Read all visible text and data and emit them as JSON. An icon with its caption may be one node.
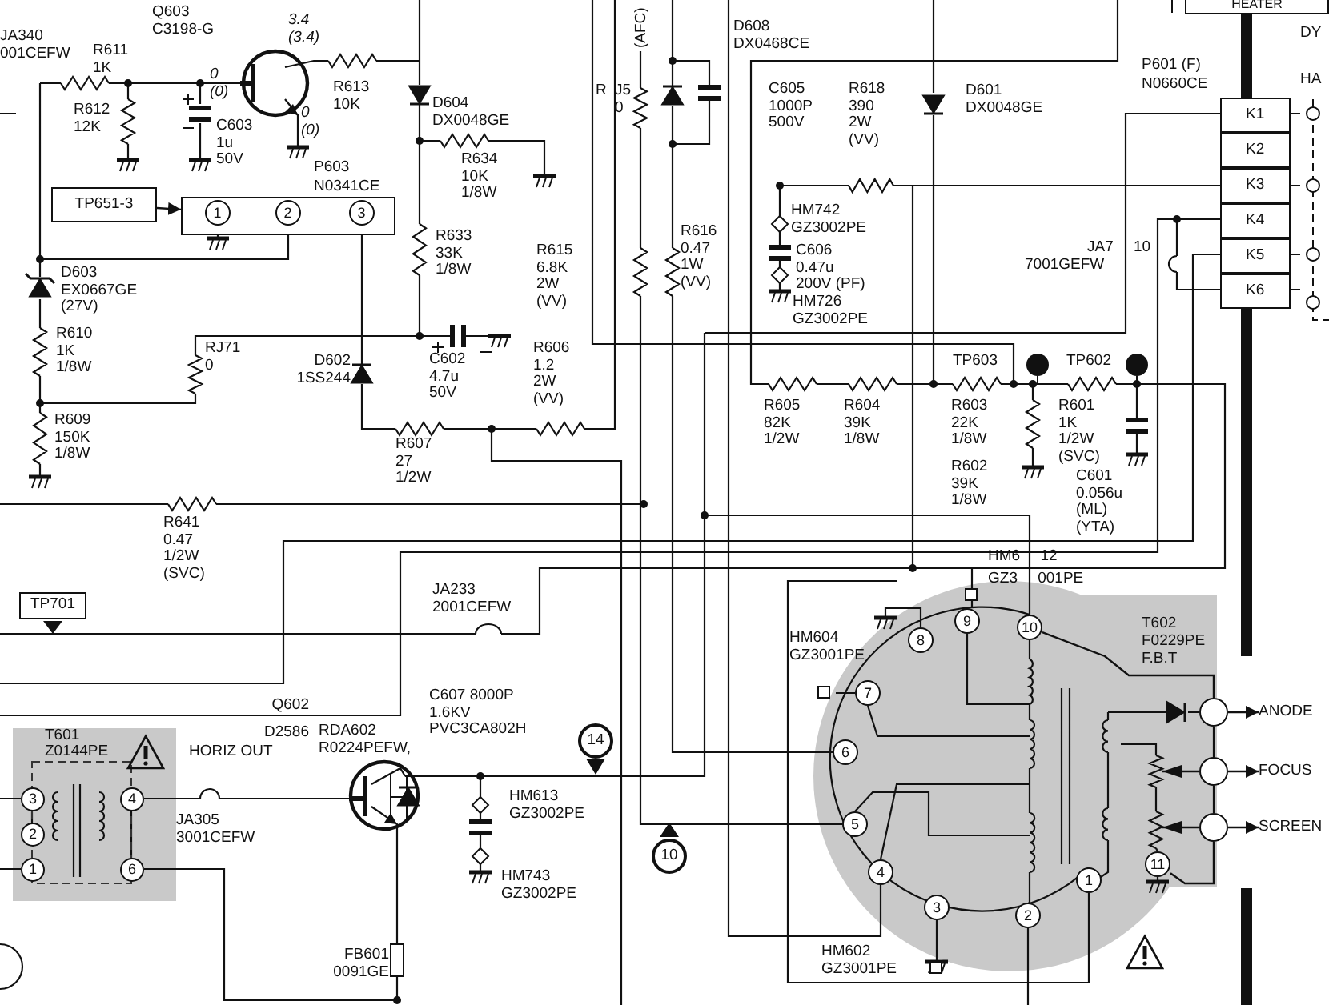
{
  "diagram": {
    "nodes": [
      {
        "text": [
          "TP651-3"
        ]
      },
      {
        "text": [
          "P603",
          "N0341CE"
        ]
      },
      {
        "text": [
          "1"
        ],
        "in": 1
      },
      {
        "text": [
          "2"
        ],
        "in": 1
      },
      {
        "text": [
          "3"
        ],
        "in": 1
      },
      {
        "text": [
          "TP701"
        ]
      },
      {
        "text": [
          "HEATER"
        ]
      },
      {
        "text": [
          "P601 (F)",
          "N0660CE"
        ]
      },
      {
        "text": [
          "K1"
        ],
        "in": 7
      },
      {
        "text": [
          "K2"
        ],
        "in": 7
      },
      {
        "text": [
          "K3"
        ],
        "in": 7
      },
      {
        "text": [
          "K4"
        ],
        "in": 7
      },
      {
        "text": [
          "K5"
        ],
        "in": 7
      },
      {
        "text": [
          "K6"
        ],
        "in": 7
      },
      {
        "text": [
          "14"
        ]
      },
      {
        "text": [
          "10"
        ]
      },
      {
        "text": [
          "T601",
          "Z0144PE"
        ]
      },
      {
        "text": [
          "3"
        ],
        "in": 16
      },
      {
        "text": [
          "2"
        ],
        "in": 16
      },
      {
        "text": [
          "1"
        ],
        "in": 16
      },
      {
        "text": [
          "4"
        ],
        "in": 16
      },
      {
        "text": [
          "6"
        ],
        "in": 16
      },
      {
        "text": [
          "T602",
          "F0229PE",
          "F.B.T"
        ]
      },
      {
        "text": [
          "9"
        ],
        "in": 22
      },
      {
        "text": [
          "10"
        ],
        "in": 22
      },
      {
        "text": [
          "8"
        ],
        "in": 22
      },
      {
        "text": [
          "7"
        ],
        "in": 22
      },
      {
        "text": [
          "6"
        ],
        "in": 22
      },
      {
        "text": [
          "5"
        ],
        "in": 22
      },
      {
        "text": [
          "4"
        ],
        "in": 22
      },
      {
        "text": [
          "3"
        ],
        "in": 22
      },
      {
        "text": [
          "2"
        ],
        "in": 22
      },
      {
        "text": [
          "1"
        ],
        "in": 22
      },
      {
        "text": [
          "11"
        ],
        "in": 22
      },
      {
        "text": [],
        "shape": "circle",
        "in": 22
      },
      {
        "text": [],
        "shape": "circle",
        "in": 22
      },
      {
        "text": [],
        "shape": "circle",
        "in": 22
      },
      {
        "text": [
          "ANODE"
        ]
      },
      {
        "text": [
          "FOCUS"
        ]
      },
      {
        "text": [
          "SCREEN"
        ]
      }
    ],
    "edges": [
      {
        "from": 0,
        "to": 1,
        "arrow": "to"
      },
      {
        "from": 34,
        "to": 37,
        "arrow": "to"
      },
      {
        "from": 35,
        "to": 38,
        "arrow": "to"
      },
      {
        "from": 36,
        "to": 39,
        "arrow": "to"
      },
      {
        "from": 24,
        "to": 34,
        "arrow": "none"
      },
      {
        "from": 33,
        "to": 36,
        "arrow": "none"
      }
    ],
    "labels": [
      "JA340 001CEFW",
      "Q603 C3198-G",
      "3.4 (3.4)",
      "R611 1K",
      "0 (0)",
      "R612 12K",
      "C603 1u 50V",
      "0 (0)",
      "R613 10K",
      "D604 DX0048GE",
      "R634 10K 1/8W",
      "R633 33K 1/8W",
      "R615 6.8K 2W (VV)",
      "R616 0.47 1W (VV)",
      "D603 EX0667GE (27V)",
      "R610 1K 1/8W",
      "RJ71 0",
      "D602 1SS244",
      "C602 4.7u 50V",
      "R606 1.2 2W (VV)",
      "R609 150K 1/8W",
      "R607 27 1/2W",
      "(AFC)",
      "R",
      "J5 0",
      "D608 DX0468CE",
      "C605 1000P 500V",
      "R618 390 2W (VV)",
      "HM742 GZ3002PE",
      "C606 0.47u",
      "200V (PF)",
      "HM726 GZ3002PE",
      "D601 DX0048GE",
      "JA7 10",
      "7001GEFW",
      "TP603",
      "TP602",
      "R605 82K 1/2W",
      "R604 39K 1/8W",
      "R603 22K 1/8W",
      "R602 39K 1/8W",
      "R601 1K 1/2W (SVC)",
      "C601 0.056u (ML) (YTA)",
      "R641 0.47 1/2W (SVC)",
      "HM6 12",
      "GZ3 001PE",
      "JA233 2001CEFW",
      "HM604 GZ3001PE",
      "C607 8000P 1.6KV PVC3CA802H",
      "Q602",
      "RDA602 R0224PEFW,",
      "D2586",
      "HORIZ OUT",
      "HM613 GZ3002PE",
      "HM743 GZ3002PE",
      "JA305 3001CEFW",
      "FB601 0091GE",
      "HM602 GZ3001PE",
      "DY",
      "HA"
    ]
  }
}
